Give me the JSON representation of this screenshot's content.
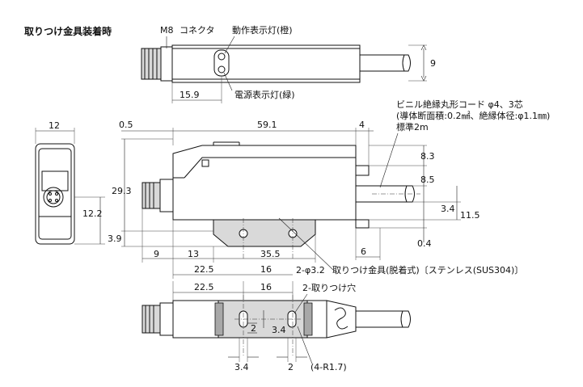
{
  "title": "取りつけ金具装着時",
  "callouts": {
    "connector": "M8",
    "connector_kana": "コネクタ",
    "operation_led": "動作表示灯(橙)",
    "power_led": "電源表示灯(緑)",
    "cable_line1": "ビニル絶縁丸形コード φ4、3芯",
    "cable_line2": "(導体断面積:0.2㎟、絶縁体径:φ1.1㎜)",
    "cable_line3": "標準2m",
    "bracket": "取りつけ金具(脱着式)〔ステンレス(SUS304)〕",
    "holes": "2-φ3.2",
    "mount_holes": "2-取りつけ穴",
    "radius": "(4-R1.7)"
  },
  "dimensions": {
    "top_height": "9",
    "top_led_pos": "15.9",
    "side_width": "12",
    "side_conn_height": "12.2",
    "front_margin_left": "0.5",
    "front_length": "59.1",
    "front_margin_right": "4",
    "front_height": "29.3",
    "front_base": "3.9",
    "cable_8_3": "8.3",
    "cable_8_5": "8.5",
    "cable_3_4": "3.4",
    "cable_11_5": "11.5",
    "cable_0_4": "0.4",
    "cable_6": "6",
    "bottom_9": "9",
    "bottom_13": "13",
    "bottom_35_5": "35.5",
    "bottom_22_5": "22.5",
    "bottom_16": "16",
    "plan_22_5": "22.5",
    "plan_16": "16",
    "plan_2a": "2",
    "plan_3_4a": "3.4",
    "plan_3_4b": "3.4",
    "plan_2b": "2"
  }
}
